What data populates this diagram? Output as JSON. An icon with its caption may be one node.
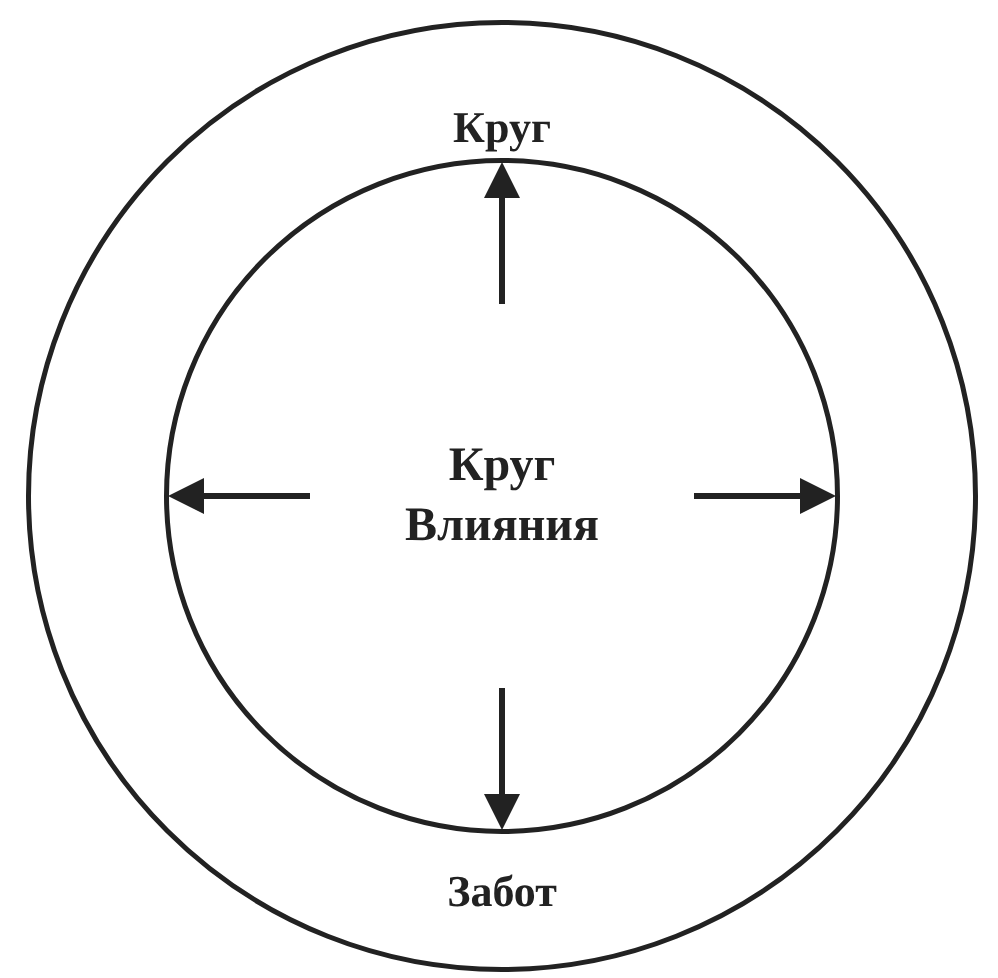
{
  "diagram": {
    "nodes": [
      {
        "text": [
          "Круг",
          "Забот"
        ]
      },
      {
        "text": [
          "Круг Влияния"
        ],
        "in": 0
      }
    ]
  }
}
